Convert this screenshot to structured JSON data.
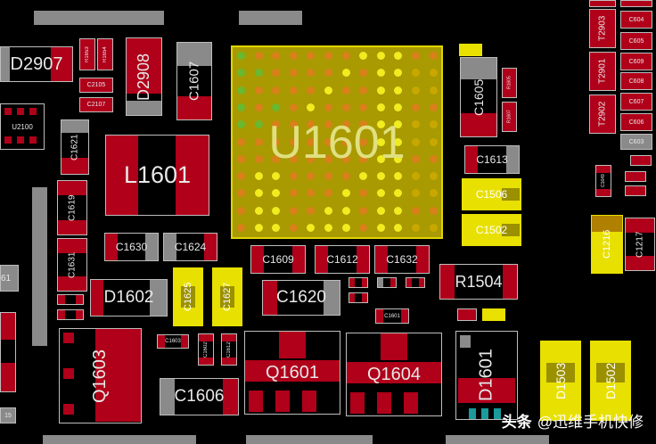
{
  "board": {
    "main_ic": "U1601",
    "labels": {
      "D2907": "D2907",
      "R1653": "R1653",
      "R1654": "R1654",
      "D2908": "D2908",
      "C1607": "C1607",
      "C2105": "C2105",
      "C2107": "C2107",
      "U2100": "U2100",
      "C1621": "C1621",
      "L1601": "L1601",
      "C1605": "C1605",
      "R1605": "R1605",
      "R1607": "R1607",
      "C1613": "C1613",
      "C1506": "C1506",
      "C1502": "C1502",
      "C1619": "C1619",
      "C1631": "C1631",
      "C1630": "C1630",
      "C1624": "C1624",
      "C1609": "C1609",
      "C1612": "C1612",
      "C1632": "C1632",
      "R1504": "R1504",
      "D1602": "D1602",
      "C1625": "C1625",
      "C1627": "C1627",
      "C1620": "C1620",
      "C1601": "C1601",
      "C1603": "C1603",
      "C1602": "C1602",
      "C1612b": "C1612",
      "Q1603": "Q1603",
      "C1606": "C1606",
      "Q1601": "Q1601",
      "Q1604": "Q1604",
      "D1601": "D1601",
      "D1503": "D1503",
      "D1502": "D1502",
      "C1216": "C1216",
      "C1217": "C1217",
      "C1649": "C1649",
      "C604": "C604",
      "C605": "C605",
      "C609": "C609",
      "C608": "C608",
      "C607": "C607",
      "C606": "C606",
      "C603": "C603",
      "T2903": "T2903",
      "T2901": "T2901",
      "T2902": "T2902",
      "R61": "61",
      "R15": "15"
    },
    "colors": {
      "pad_red": "#b0001a",
      "pad_gray": "#8a8a8a",
      "highlight_yellow": "#e8e000",
      "bga_fill": "#a89a00",
      "background": "#000000"
    }
  },
  "watermark": {
    "platform": "头条",
    "account": "@迅维手机快修"
  }
}
